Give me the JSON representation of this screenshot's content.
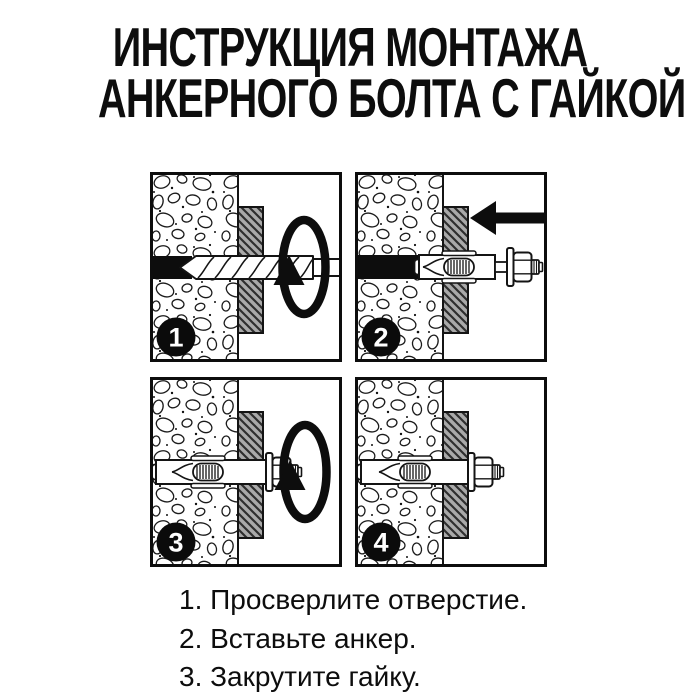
{
  "title": {
    "line1": "ИНСТРУКЦИЯ МОНТАЖА",
    "line2": "АНКЕРНОГО БОЛТА С ГАЙКОЙ"
  },
  "panels": [
    {
      "number": "1",
      "icons": [
        "concrete-wall",
        "fixture-plate",
        "drilled-hole",
        "drill-bit-icon",
        "rotation-arrow-icon",
        "step-badge"
      ]
    },
    {
      "number": "2",
      "icons": [
        "concrete-wall",
        "fixture-plate",
        "drilled-hole",
        "anchor-bolt-icon",
        "insert-direction-arrow-icon",
        "step-badge"
      ]
    },
    {
      "number": "3",
      "icons": [
        "concrete-wall",
        "fixture-plate",
        "anchor-bolt-icon",
        "rotation-arrow-icon",
        "step-badge"
      ]
    },
    {
      "number": "4",
      "icons": [
        "concrete-wall",
        "fixture-plate",
        "anchor-bolt-icon",
        "step-badge"
      ]
    }
  ],
  "instructions": [
    "1. Просверлите отверстие.",
    "2. Вставьте анкер.",
    "3. Закрутите гайку."
  ],
  "colors": {
    "ink": "#0d0d0d",
    "paper": "#ffffff",
    "plate-gray": "#a9a9a9",
    "hatch-line": "#2e2e2e"
  }
}
